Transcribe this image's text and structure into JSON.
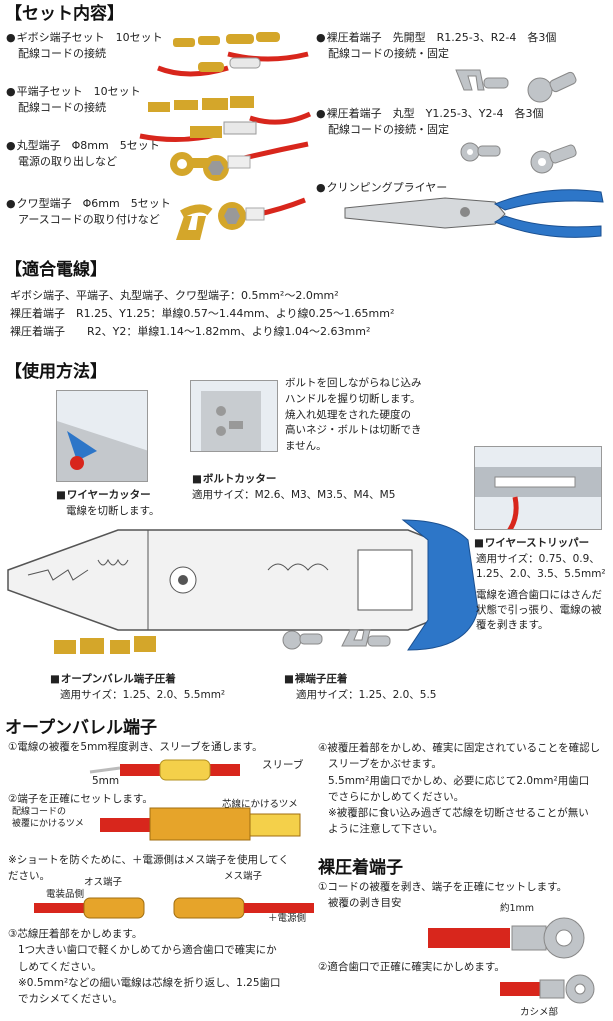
{
  "sections": {
    "set_contents": "【セット内容】",
    "wire": "【適合電線】",
    "usage": "【使用方法】",
    "open_barrel": "オープンバレル端子",
    "bare": "裸圧着端子"
  },
  "set_items": [
    {
      "title": "ギボシ端子セット　10セット",
      "desc": "配線コードの接続"
    },
    {
      "title": "平端子セット　10セット",
      "desc": "配線コードの接続"
    },
    {
      "title": "丸型端子　Φ8mm　5セット",
      "desc": "電源の取り出しなど"
    },
    {
      "title": "クワ型端子　Φ6mm　5セット",
      "desc": "アースコードの取り付けなど"
    },
    {
      "title": "裸圧着端子　先開型　R1.25-3、R2-4　各3個",
      "desc": "配線コードの接続・固定"
    },
    {
      "title": "裸圧着端子　丸型　Y1.25-3、Y2-4　各3個",
      "desc": "配線コードの接続・固定"
    },
    {
      "title": "クリンピングプライヤー",
      "desc": ""
    }
  ],
  "wire_lines": [
    "ギボシ端子、平端子、丸型端子、クワ型端子：0.5mm²〜2.0mm²",
    "裸圧着端子　R1.25、Y1.25：単線0.57〜1.44mm、より線0.25〜1.65mm²",
    "裸圧着端子　　R2、Y2：単線1.14〜1.82mm、より線1.04〜2.63mm²"
  ],
  "usage": {
    "bolt_note": [
      "ボルトを回しながらねじ込み",
      "ハンドルを握り切断します。",
      "焼入れ処理をされた硬度の",
      "高いネジ・ボルトは切断でき",
      "ません。"
    ],
    "bolt_cutter": {
      "title": "ボルトカッター",
      "sizes": "適用サイズ：M2.6、M3、M3.5、M4、M5"
    },
    "wire_cutter": {
      "title": "ワイヤーカッター",
      "desc": "電線を切断します。"
    },
    "wire_stripper": {
      "title": "ワイヤーストリッパー",
      "sizes": [
        "適用サイズ：0.75、0.9、",
        "1.25、2.0、3.5、5.5mm²"
      ],
      "desc": [
        "電線を適合歯口にはさんだ",
        "状態で引っ張り、電線の被",
        "覆を剥きます。"
      ]
    },
    "open_barrel_crimp": {
      "title": "オープンバレル端子圧着",
      "sizes": "適用サイズ：1.25、2.0、5.5mm²"
    },
    "bare_crimp": {
      "title": "裸端子圧着",
      "sizes": "適用サイズ：1.25、2.0、5.5"
    }
  },
  "open_barrel_steps": {
    "step1": "①電線の被覆を5mm程度剥き、スリーブを通します。",
    "label_sleeve": "スリーブ",
    "label_5mm": "5mm",
    "step2": "②端子を正確にセットします。",
    "label_core_claw": "芯線にかけるツメ",
    "label_cover_claw": [
      "配線コードの",
      "被覆にかけるツメ"
    ],
    "note_short": [
      "※ショートを防ぐために、＋電源側はメス端子を使用してく",
      "ださい。"
    ],
    "label_electrical": "電装品側",
    "label_male": "オス端子",
    "label_female": "メス端子",
    "label_power": "＋電源側",
    "step3": [
      "③芯線圧着部をかしめます。",
      "1つ大きい歯口で軽くかしめてから適合歯口で確実にか",
      "しめてください。",
      "※0.5mm²などの細い電線は芯線を折り返し、1.25歯口",
      "でカシメてください。"
    ],
    "step4": [
      "④被覆圧着部をかしめ、確実に固定されていることを確認し",
      "スリーブをかぶせます。",
      "5.5mm²用歯口でかしめ、必要に応じて2.0mm²用歯口",
      "でさらにかしめてください。",
      "※被覆部に食い込み過ぎて芯線を切断させることが無い",
      "ように注意して下さい。"
    ]
  },
  "bare_steps": {
    "step1": [
      "①コードの被覆を剥き、端子を正確にセットします。",
      "被覆の剥き目安"
    ],
    "label_1mm": "約1mm",
    "step2": "②適合歯口で正確に確実にかしめます。",
    "label_crimp": "カシメ部"
  },
  "colors": {
    "accent_blue": "#2d76c8",
    "wire_red": "#d8261c",
    "brass": "#d4a62a",
    "chrome": "#c0c4c8"
  }
}
